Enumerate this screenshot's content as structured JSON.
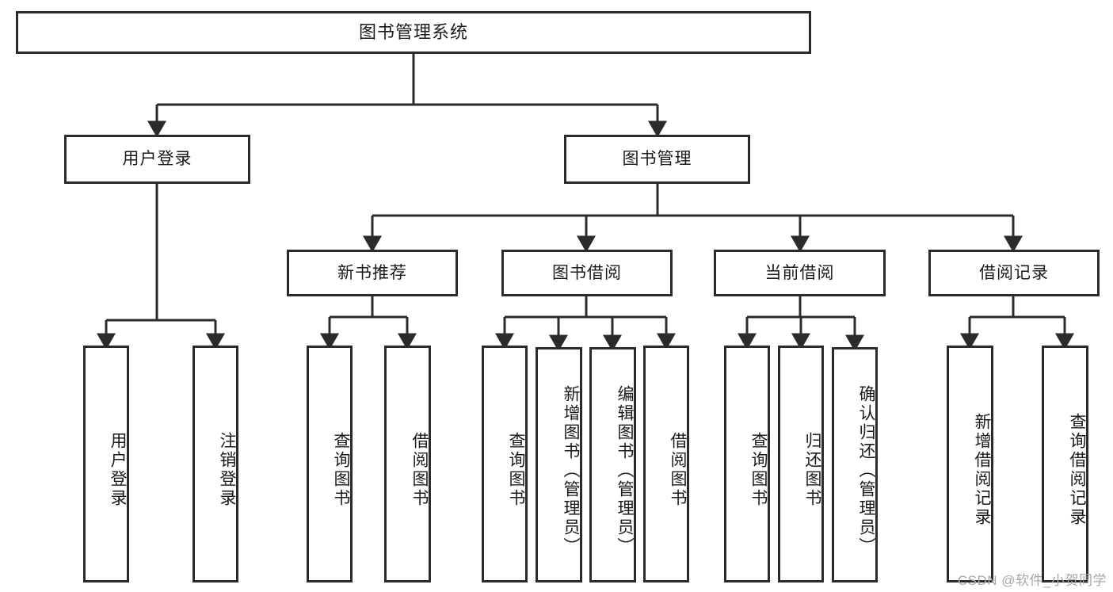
{
  "diagram": {
    "title": "图书管理系统",
    "type": "hierarchy-tree",
    "watermark": "CSDN @软件_小贺同学",
    "colors": {
      "box_border": "#2b2b2b",
      "box_fill": "#ffffff",
      "connector": "#2b2b2b",
      "text": "#1a1a1a",
      "watermark": "#a8a8a8"
    },
    "root": {
      "label": "图书管理系统"
    },
    "level2": [
      {
        "label": "用户登录"
      },
      {
        "label": "图书管理"
      }
    ],
    "level3": [
      {
        "label": "新书推荐"
      },
      {
        "label": "图书借阅"
      },
      {
        "label": "当前借阅"
      },
      {
        "label": "借阅记录"
      }
    ],
    "leaves": {
      "user_login": [
        {
          "label": "用户登录"
        },
        {
          "label": "注销登录"
        }
      ],
      "new_book_recommend": [
        {
          "label": "查询图书"
        },
        {
          "label": "借阅图书"
        }
      ],
      "book_borrow": [
        {
          "label": "查询图书"
        },
        {
          "label": "新增图书（管理员）"
        },
        {
          "label": "编辑图书（管理员）"
        },
        {
          "label": "借阅图书"
        }
      ],
      "current_borrow": [
        {
          "label": "查询图书"
        },
        {
          "label": "归还图书"
        },
        {
          "label": "确认归还（管理员）"
        }
      ],
      "borrow_records": [
        {
          "label": "新增借阅记录"
        },
        {
          "label": "查询借阅记录"
        }
      ]
    }
  }
}
